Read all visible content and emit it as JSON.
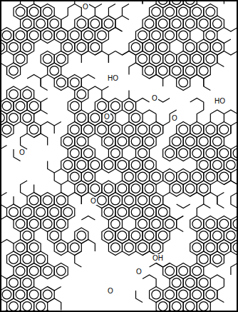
{
  "diagram": {
    "labels": [
      "O",
      "HO",
      "O",
      "O",
      "HO",
      "O",
      "O",
      "O",
      "OH",
      "O",
      "O"
    ]
  }
}
